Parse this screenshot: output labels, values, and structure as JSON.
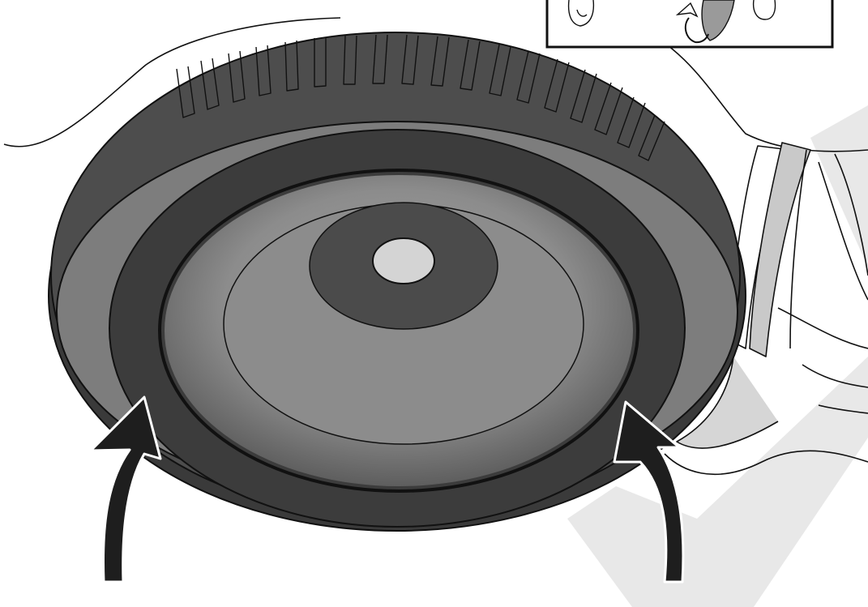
{
  "illustration": {
    "subject": "spare-tire-removal",
    "inset_present": true,
    "arrows": [
      {
        "name": "lift-arrow-left",
        "direction": "up"
      },
      {
        "name": "lift-arrow-right",
        "direction": "up"
      }
    ],
    "colors": {
      "background": "#ffffff",
      "tire_outer": "#4a4a4a",
      "tire_band_light": "#7d7d7d",
      "tire_band_dark": "#3c3c3c",
      "rim_center": "#8a8a8a",
      "hub": "#4b4b4b",
      "hub_hole": "#d4d4d4",
      "watermark": "#e6e6e6",
      "arrow": "#1e1e1e",
      "outline": "#111111"
    }
  }
}
